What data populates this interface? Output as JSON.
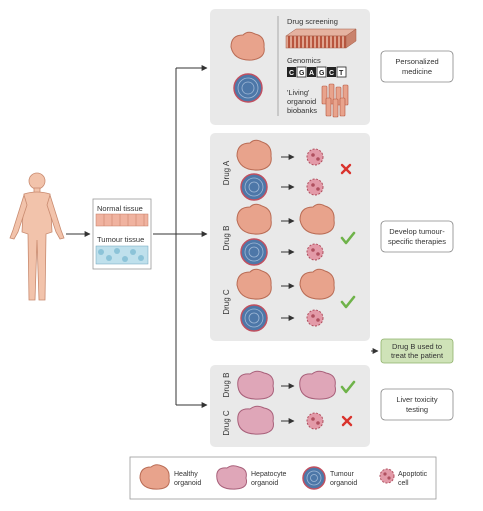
{
  "personalized": {
    "drug_screening": "Drug screening",
    "genomics": "Genomics",
    "genomics_sequence": [
      "C",
      "G",
      "A",
      "G",
      "C",
      "T"
    ],
    "living_line1": "'Living'",
    "living_line2": "organoid",
    "living_line3": "biobanks",
    "side_label_line1": "Personalized",
    "side_label_line2": "medicine"
  },
  "tissue": {
    "normal": "Normal tissue",
    "tumour": "Tumour tissue"
  },
  "tumour_section": {
    "drugs": [
      "Drug A",
      "Drug B",
      "Drug C"
    ],
    "side_label_line1": "Develop tumour-",
    "side_label_line2": "specific therapies",
    "result_line1": "Drug B used to",
    "result_line2": "treat the patient"
  },
  "liver_section": {
    "drugs": [
      "Drug B",
      "Drug C"
    ],
    "side_label_line1": "Liver toxicity",
    "side_label_line2": "testing"
  },
  "legend": {
    "healthy_line1": "Healthy",
    "healthy_line2": "organoid",
    "hepatocyte_line1": "Hepatocyte",
    "hepatocyte_line2": "organoid",
    "tumour_line1": "Tumour",
    "tumour_line2": "organoid",
    "apoptotic_line1": "Apoptotic",
    "apoptotic_line2": "cell"
  },
  "colors": {
    "panel_bg": "#e9e9e9",
    "healthy_fill": "#e8a38c",
    "hepatocyte_fill": "#dfa6b8",
    "tumour_fill": "#4d77a8",
    "apoptotic_fill": "#e39aa8",
    "check": "#6fb34a",
    "cross": "#d9332d",
    "highlight_box": "#cfe3b8"
  }
}
